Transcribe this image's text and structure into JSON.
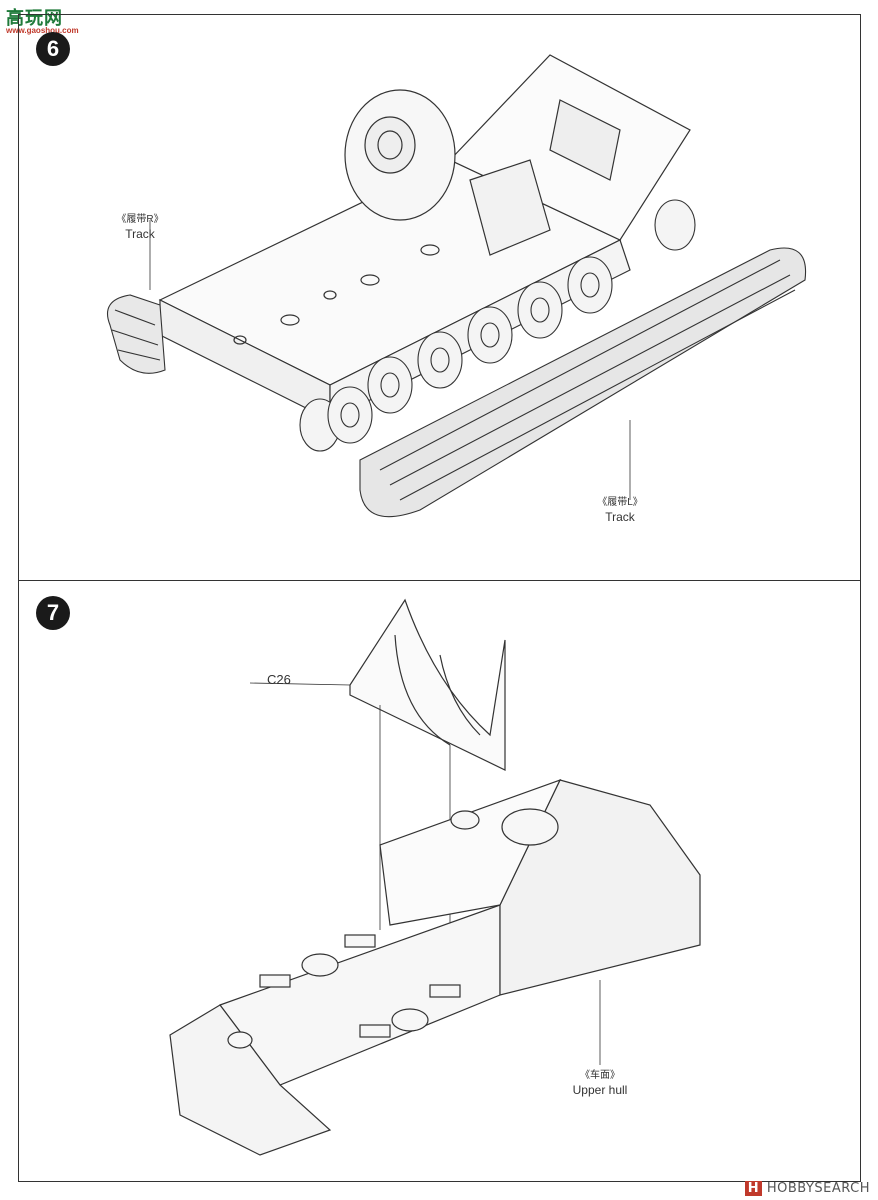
{
  "logo": {
    "text": "高玩网",
    "sub": "www.gaoshou.com"
  },
  "steps": [
    {
      "number": "6",
      "labels": {
        "track_r_cn": "《履带R》",
        "track_r": "Track",
        "track_l_cn": "《履带L》",
        "track_l": "Track"
      }
    },
    {
      "number": "7",
      "labels": {
        "part": "C26",
        "upper_hull_cn": "《车面》",
        "upper_hull": "Upper hull"
      }
    }
  ],
  "watermark": {
    "brand": "HOBBY",
    "suffix": "SEARCH",
    "mark": "H"
  }
}
